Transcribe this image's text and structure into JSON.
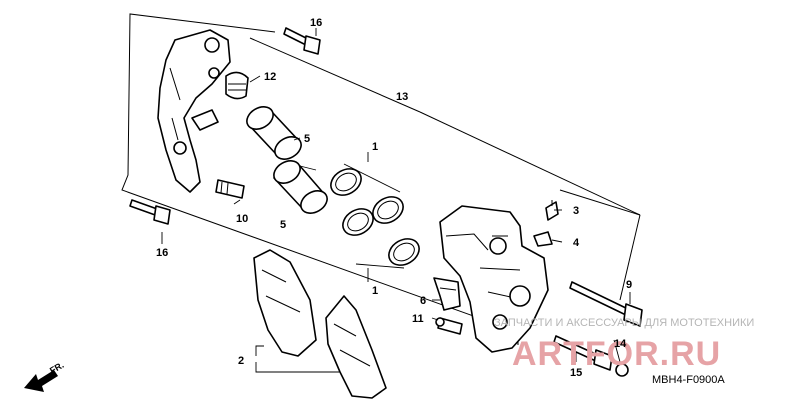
{
  "callouts": {
    "c1a": "1",
    "c1b": "1",
    "c2": "2",
    "c3": "3",
    "c4": "4",
    "c5a": "5",
    "c5b": "5",
    "c6": "6",
    "c9": "9",
    "c10": "10",
    "c11": "11",
    "c12": "12",
    "c13": "13",
    "c14": "14",
    "c15": "15",
    "c16a": "16",
    "c16b": "16"
  },
  "direction_label": "FR.",
  "diagram_code": "MBH4-F0900A",
  "watermark": {
    "caption": "ЗАПЧАСТИ И АКСЕССУАРЫ ДЛЯ МОТОТЕХНИКИ",
    "brand": "ARTFOR.RU"
  }
}
